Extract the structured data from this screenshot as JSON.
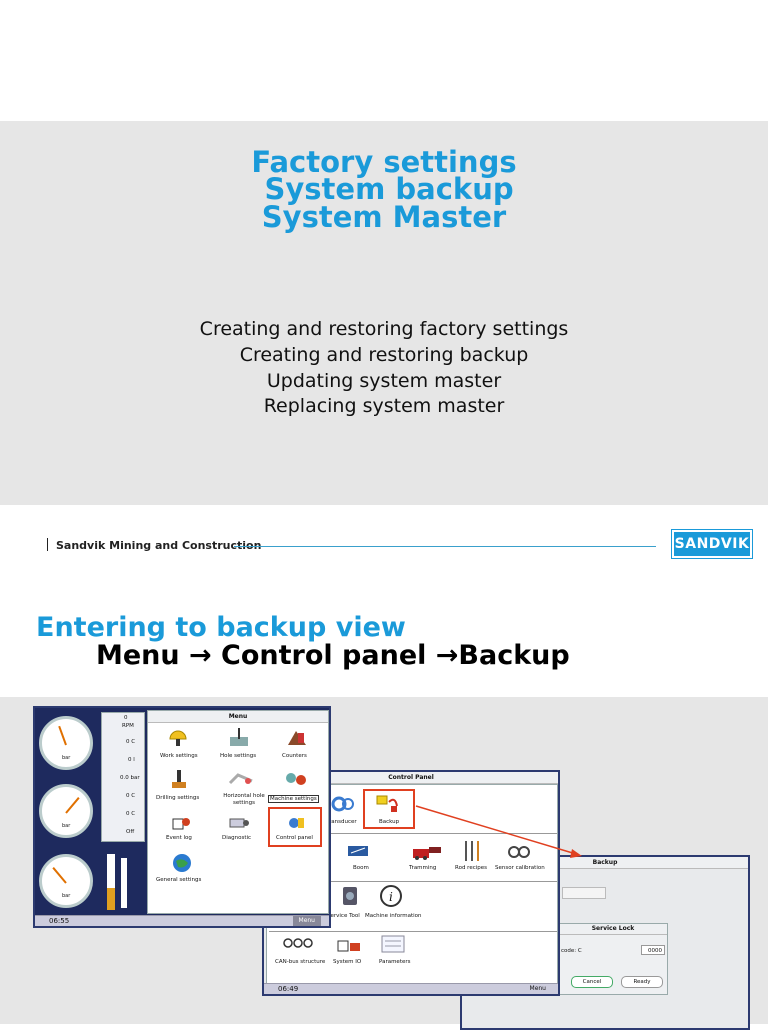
{
  "slide1": {
    "title_lines": [
      "Factory settings",
      " System backup",
      "System Master"
    ],
    "body_lines": [
      "Creating and restoring factory settings",
      "Creating and restoring backup",
      "Updating system master",
      "Replacing system master"
    ]
  },
  "footer": {
    "company": "Sandvik Mining and Construction",
    "logo": "SANDVIK"
  },
  "slide2": {
    "heading": "Entering to backup view",
    "path": "Menu → Control panel →Backup"
  },
  "menu_window": {
    "title": "Menu",
    "items": [
      "Work settings",
      "Hole settings",
      "Counters",
      "Drilling settings",
      "Horizontal hole settings",
      "Machine settings",
      "Event log",
      "Diagnostic",
      "Control panel",
      "General settings"
    ],
    "readouts": [
      "0",
      "RPM",
      "0 C",
      "0 l",
      "0.0 bar",
      "0 C",
      "0 C",
      "Off"
    ],
    "gauge_unit": "bar",
    "time": "06:55",
    "menu_btn": "Menu"
  },
  "control_window": {
    "title": "Control Panel",
    "items": [
      "Backup",
      "Boom",
      "Tramming",
      "Rod recipes",
      "Sensor calibration",
      "Service Tool",
      "Machine information",
      "CAN-bus structure",
      "System IO",
      "Parameters"
    ],
    "partial_left": "ransducer",
    "time": "06:49",
    "menu_btn": "Menu"
  },
  "backup_window": {
    "title": "Backup",
    "dialog_title": "Service Lock",
    "code_label": "code: C",
    "code_value": "0000",
    "cancel": "Cancel",
    "ready": "Ready"
  }
}
